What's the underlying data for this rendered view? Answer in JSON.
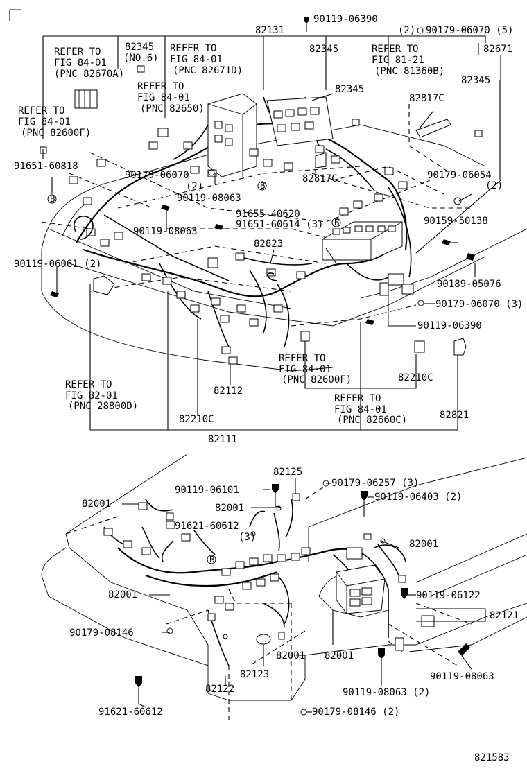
{
  "corner_mark": "⌜",
  "top_diagram": {
    "labels": {
      "p82131": "82131",
      "p9011906390_top": "90119-06390",
      "p9017906070_5_qty": "(2)",
      "p9017906070_5": "90179-06070 (5)",
      "p82345_a": "82345",
      "p82345_a_sub": "(NO.6)",
      "p82345_b": "82345",
      "p82345_c": "82345",
      "p82345_d": "82345",
      "p82671": "82671",
      "ref_84_01_670a_1": "REFER TO",
      "ref_84_01_670a_2": "FIG 84-01",
      "ref_84_01_670a_3": "(PNC 82670A)",
      "ref_84_01_671d_1": "REFER TO",
      "ref_84_01_671d_2": "FIG 84-01",
      "ref_84_01_671d_3": "(PNC 82671D)",
      "ref_81_21_1": "REFER TO",
      "ref_81_21_2": "FIG 81-21",
      "ref_81_21_3": "(PNC 81360B)",
      "ref_84_01_650_1": "REFER TO",
      "ref_84_01_650_2": "FIG 84-01",
      "ref_84_01_650_3": "(PNC 82650)",
      "ref_84_01_600f_1": "REFER TO",
      "ref_84_01_600f_2": "FIG 84-01",
      "ref_84_01_600f_3": "(PNC 82600F)",
      "p82817c_a": "82817C",
      "p82817c_b": "82817C",
      "p9165160818": "91651-60818",
      "p9017906070_2": "90179-06070",
      "p9017906070_2_qty": "(2)",
      "p9017906054": "90179-06054",
      "p9017906054_qty": "(2)",
      "p9011908063_a": "90119-08063",
      "p9165540620": "91655-40620",
      "p9165160614": "91651-60614 (3)",
      "p9015950138": "90159-50138",
      "p9011908063_b": "90119-08063",
      "p82823": "82823",
      "p9011906061": "90119-06061 (2)",
      "p9018905076": "90189-05076",
      "p9017906070_3": "90179-06070 (3)",
      "p9011906390_mid": "90119-06390",
      "ref_84_01_600f_b_1": "REFER TO",
      "ref_84_01_600f_b_2": "FIG 84-01",
      "ref_84_01_600f_b_3": "(PNC 82600F)",
      "p82210c_a": "82210C",
      "p82112": "82112",
      "ref_82_01_1": "REFER TO",
      "ref_82_01_2": "FIG 82-01",
      "ref_82_01_3": "(PNC 28800D)",
      "ref_84_01_660c_1": "REFER TO",
      "ref_84_01_660c_2": "FIG 84-01",
      "ref_84_01_660c_3": "(PNC 82660C)",
      "p82210c_b": "82210C",
      "p82821": "82821",
      "p82111": "82111"
    }
  },
  "bottom_diagram": {
    "labels": {
      "p82125": "82125",
      "p9011906101": "90119-06101",
      "p9017906257": "90179-06257 (3)",
      "p82001_a": "82001",
      "p82001_b": "82001",
      "p9011906403": "90119-06403 (2)",
      "p9162160612_a": "91621-60612",
      "p9162160612_a_qty": "(3)",
      "p82001_c": "82001",
      "p82001_d": "82001",
      "p9011906122": "90119-06122",
      "p82121": "82121",
      "p9017908146_a": "90179-08146",
      "p82001_e": "82001",
      "p82001_f": "82001",
      "p82123": "82123",
      "p9011908063_c": "90119-08063",
      "p82122": "82122",
      "p9011908063_d": "90119-08063 (2)",
      "p9162160612_b": "91621-60612",
      "p9017908146_b": "90179-08146 (2)"
    }
  },
  "figure_number": "821583"
}
